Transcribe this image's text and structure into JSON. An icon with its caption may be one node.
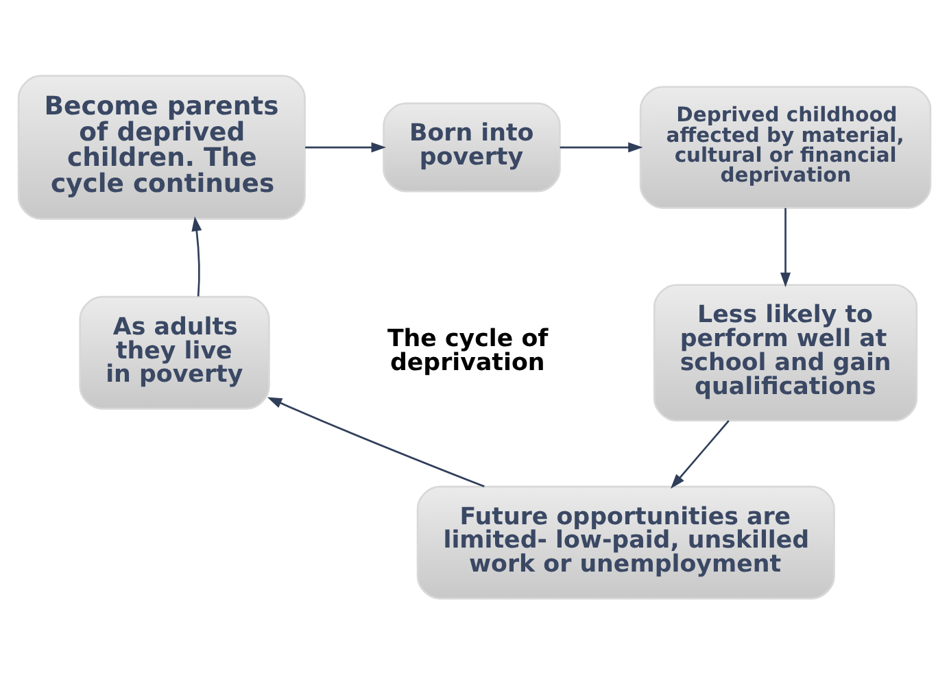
{
  "diagram": {
    "nodes": [
      {
        "text": [
          "Born into poverty"
        ]
      },
      {
        "text": [
          "Deprived childhood affected by material, cultural or financial deprivation"
        ]
      },
      {
        "text": [
          "Less likely to perform well at school and gain qualifications"
        ]
      },
      {
        "text": [
          "Future opportunities are limited- low-paid, unskilled work or unemployment"
        ]
      },
      {
        "text": [
          "As adults they live in poverty"
        ]
      },
      {
        "text": [
          "Become parents of deprived children. The cycle continues"
        ]
      }
    ],
    "edges": [
      {
        "from": 0,
        "to": 1,
        "arrow": "to"
      },
      {
        "from": 1,
        "to": 2,
        "arrow": "to"
      },
      {
        "from": 2,
        "to": 3,
        "arrow": "to"
      },
      {
        "from": 3,
        "to": 4,
        "arrow": "to"
      },
      {
        "from": 4,
        "to": 5,
        "arrow": "to"
      },
      {
        "from": 5,
        "to": 0,
        "arrow": "to"
      }
    ],
    "labels": [
      "The cycle of deprivation"
    ]
  }
}
